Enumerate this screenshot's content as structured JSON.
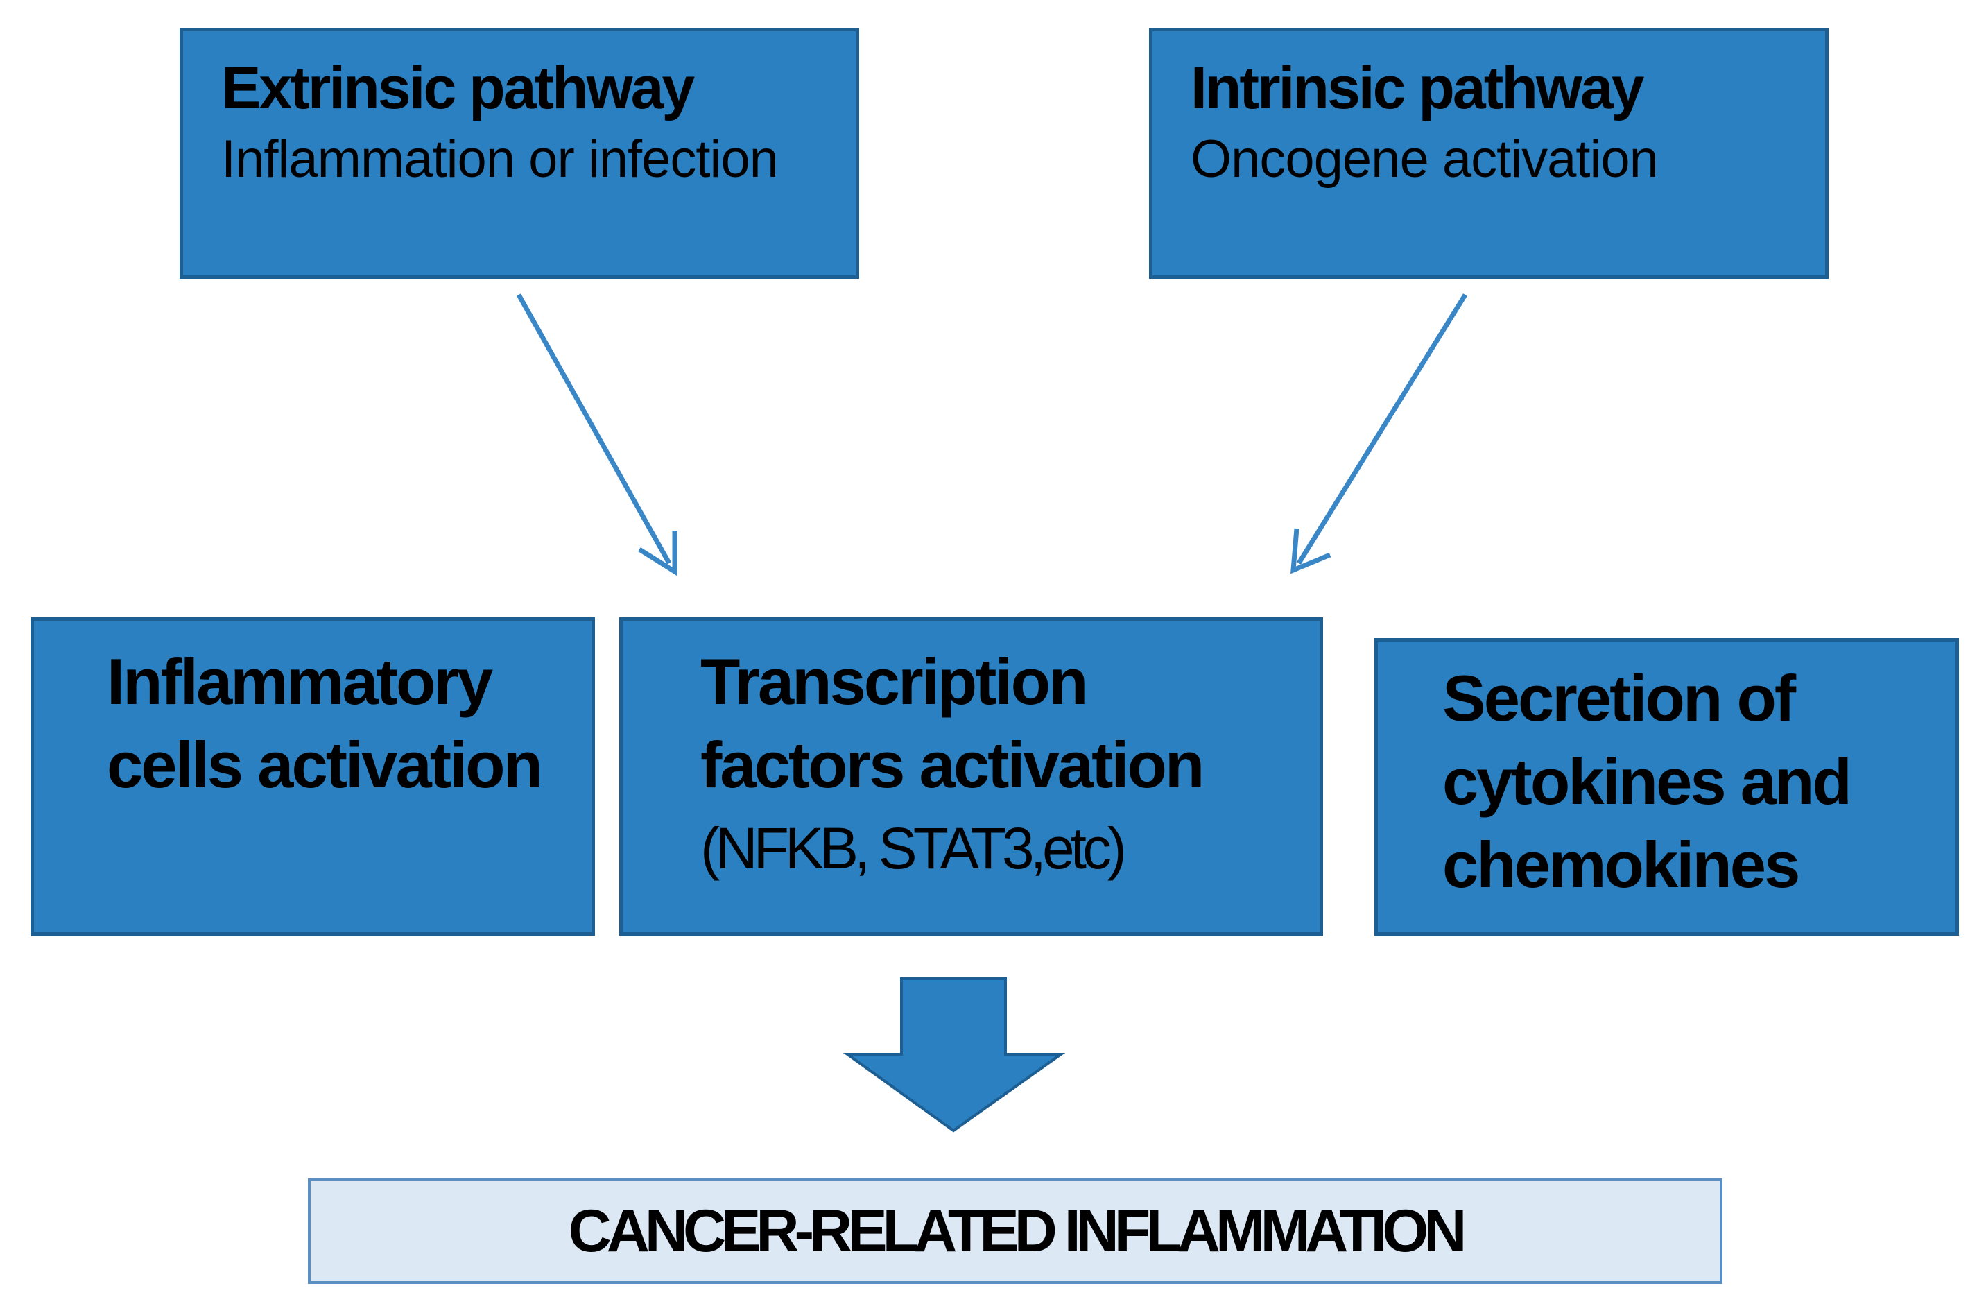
{
  "extrinsic": {
    "title": "Extrinsic pathway",
    "subtitle": "Inflammation or infection"
  },
  "intrinsic": {
    "title": "Intrinsic pathway",
    "subtitle": "Oncogene activation"
  },
  "inflammatory": {
    "line1": "Inflammatory",
    "line2": "cells activation"
  },
  "transcription": {
    "line1": "Transcription",
    "line2": "factors activation",
    "detail": "(NFKB, STAT3,etc)"
  },
  "secretion": {
    "line1": "Secretion of",
    "line2": "cytokines and",
    "line3": "chemokines"
  },
  "result": {
    "label": "CANCER-RELATED INFLAMMATION"
  },
  "colors": {
    "box_fill": "#2b80c1",
    "box_border": "#1d5f92",
    "arrow": "#3a87c8",
    "result_fill": "#dce8f4"
  }
}
